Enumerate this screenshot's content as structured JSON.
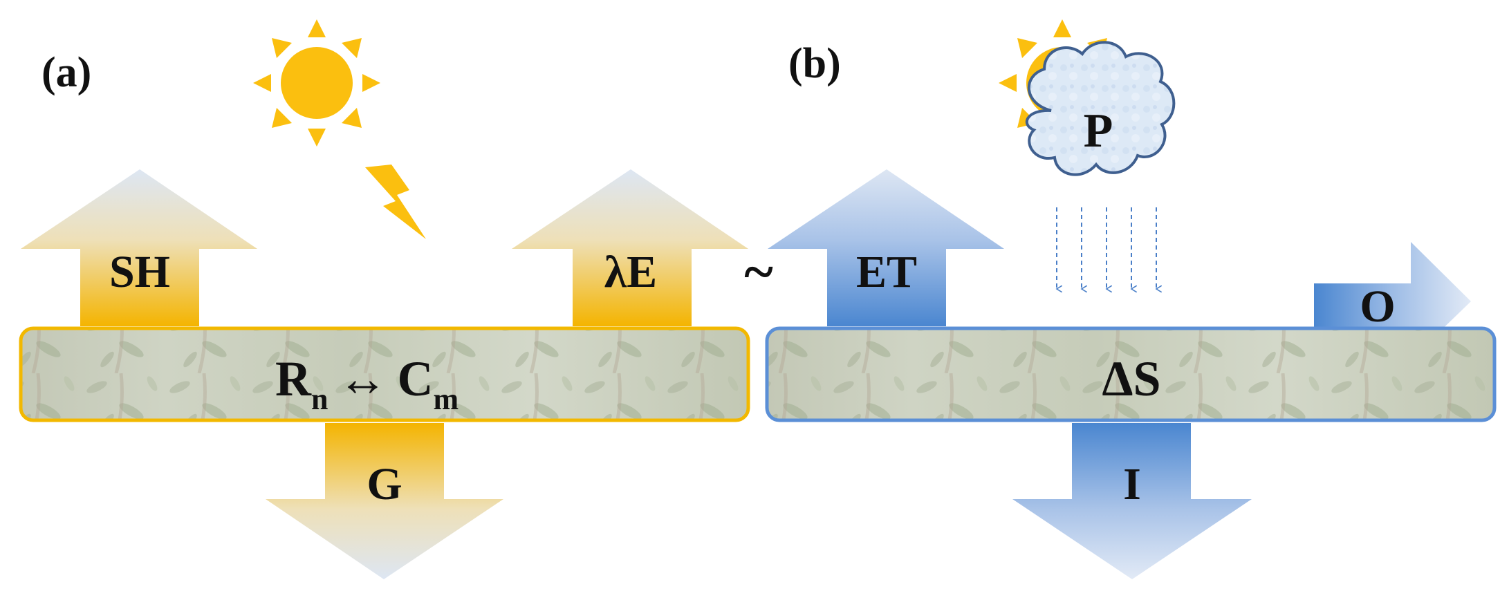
{
  "panel_a": {
    "label": "(a)",
    "up_left": "SH",
    "up_right": "λE",
    "down": "G",
    "center": {
      "r": "R",
      "r_sub": "n",
      "arrow": "↔",
      "c": "C",
      "c_sub": "m"
    }
  },
  "relation": "~",
  "panel_b": {
    "label": "(b)",
    "up": "ET",
    "cloud": "P",
    "right": "O",
    "center": "ΔS",
    "down": "I"
  },
  "colors": {
    "energy_accent": "#f4b400",
    "energy_border": "#f2b800",
    "water_accent": "#4a86d0",
    "water_border": "#5b8fd6",
    "arrow_light": "#dce6f4",
    "band_fill": "#c9cfbe",
    "cloud_fill": "#dbe8f6",
    "cloud_stroke": "#3f5f8f",
    "text": "#111111"
  },
  "icons": {
    "sun_a": "sun-icon",
    "lightning": "lightning-icon",
    "sun_b": "sun-icon",
    "cloud": "cloud-icon",
    "rain": "rain-arrows-icon"
  }
}
